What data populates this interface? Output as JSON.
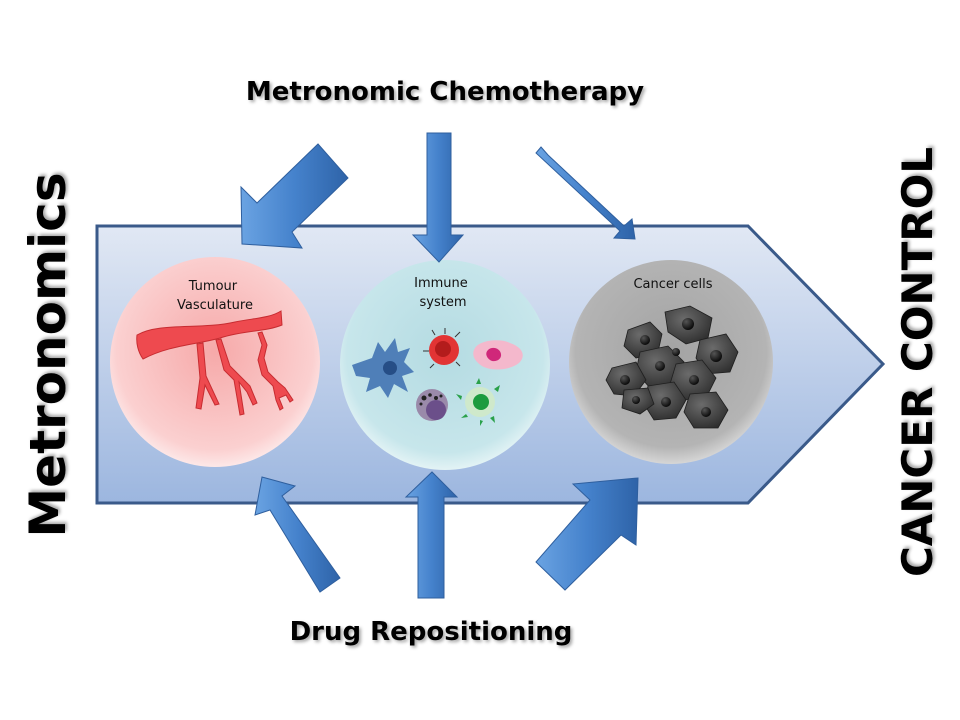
{
  "diagram": {
    "top_label": "Metronomic Chemotherapy",
    "bottom_label": "Drug Repositioning",
    "left_label": "Metronomics",
    "right_label": "CANCER CONTROL",
    "targets": [
      {
        "id": "vasculature",
        "label_lines": [
          "Tumour",
          "Vasculature"
        ],
        "color": "#f7c4c4",
        "icon": "blood-vessel-icon"
      },
      {
        "id": "immune",
        "label_lines": [
          "Immune",
          "system"
        ],
        "color": "#bfe0e6",
        "icon": "immune-cells-icon"
      },
      {
        "id": "cancer",
        "label_lines": [
          "Cancer cells"
        ],
        "color": "#a9a9a9",
        "icon": "cancer-cells-icon"
      }
    ],
    "inputs": {
      "top_arrows": [
        "to-vasculature",
        "to-immune",
        "to-cancer"
      ],
      "bottom_arrows": [
        "to-vasculature",
        "to-immune",
        "to-cancer"
      ]
    },
    "colors": {
      "arrow_fill": "#4a86cc",
      "arrow_dark": "#2f5f9e",
      "band_border": "#3a5a8a",
      "band_top": "#dfe6f3",
      "band_bottom": "#9fb9e0",
      "vessel": "#e9464b"
    }
  }
}
